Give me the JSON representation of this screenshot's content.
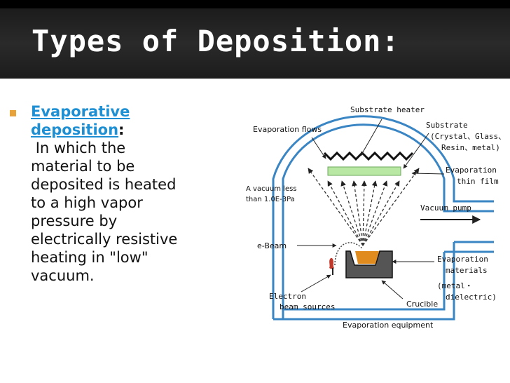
{
  "slide": {
    "title": "Types of Deposition:",
    "bullet": {
      "term_line1": "Evaporative",
      "term_line2": "deposition",
      "colon": ":",
      "body": " In which the\nmaterial to be\ndeposited is heated\nto a high vapor\npressure by\nelectrically resistive\nheating in \"low\"\nvacuum."
    }
  },
  "diagram": {
    "substrate_heater": "Substrate heater",
    "evaporation_flows": "Evaporation flows",
    "substrate": "Substrate",
    "substrate_detail_1": "(Crystal、Glass、",
    "substrate_detail_2": "Resin、metal)",
    "evaporation_thin_film_1": "Evaporation",
    "evaporation_thin_film_2": "thin film",
    "vacuum_less_1": "A vacuum less",
    "vacuum_less_2": "than 1.0E-3Pa",
    "vacuum_pump": "Vacuum pump",
    "e_beam": "e-Beam",
    "evaporation_materials_1": "Evaporation",
    "evaporation_materials_2": "materials",
    "evaporation_materials_3": "(metal・",
    "evaporation_materials_4": "dielectric)",
    "electron_1": "Electron",
    "electron_2": "beam sources",
    "crucible": "Crucible",
    "evaporation_equipment": "Evaporation equipment"
  },
  "colors": {
    "chamber": "#3a85c4",
    "substrate": "#b9e8a5",
    "material": "#e08b1e",
    "bullet": "#e8a23a",
    "link": "#1d8fd2"
  }
}
